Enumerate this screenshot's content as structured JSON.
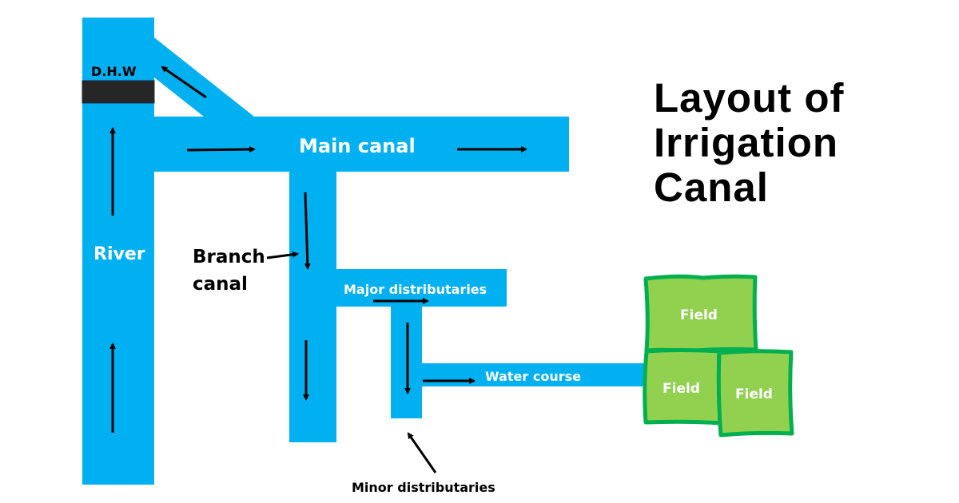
{
  "title": {
    "lines": [
      "Layout of",
      "Irrigation",
      "Canal"
    ]
  },
  "labels": {
    "gate": "D.H.W",
    "river": "River",
    "main_canal": "Main canal",
    "branch_canal_line1": "Branch",
    "branch_canal_line2": "canal",
    "major_distributaries": "Major distributaries",
    "minor_distributaries": "Minor distributaries",
    "water_course": "Water course",
    "fields": [
      "Field",
      "Field",
      "Field"
    ]
  },
  "colors": {
    "water": "#00B0F0",
    "gate": "#262626",
    "field_fill": "#92D050",
    "field_border": "#00B050",
    "arrow": "#000000"
  },
  "flow_directions": {
    "river": "up",
    "offtake": "up-left",
    "main_canal": "right",
    "branch_canal": "down",
    "major_distributaries": "right",
    "minor_distributaries": "down",
    "water_course": "right"
  }
}
